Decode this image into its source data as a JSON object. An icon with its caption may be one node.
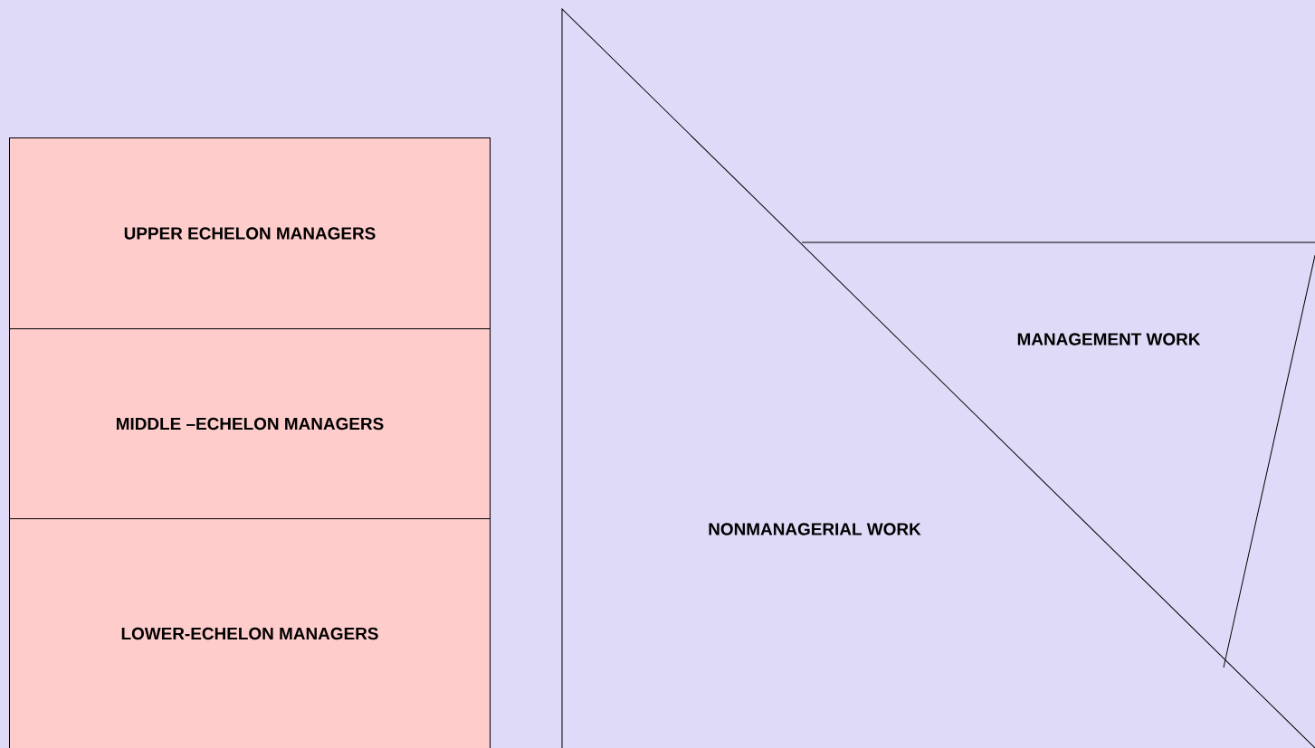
{
  "diagram": {
    "nodes": [
      {
        "text": [
          "UPPER ECHELON MANAGERS"
        ]
      },
      {
        "text": [
          "MIDDLE –ECHELON MANAGERS"
        ]
      },
      {
        "text": [
          "LOWER-ECHELON MANAGERS"
        ]
      },
      {
        "text": [
          "NONMANAGERIAL WORK"
        ]
      },
      {
        "text": [
          "MANAGEMENT WORK"
        ]
      }
    ]
  }
}
